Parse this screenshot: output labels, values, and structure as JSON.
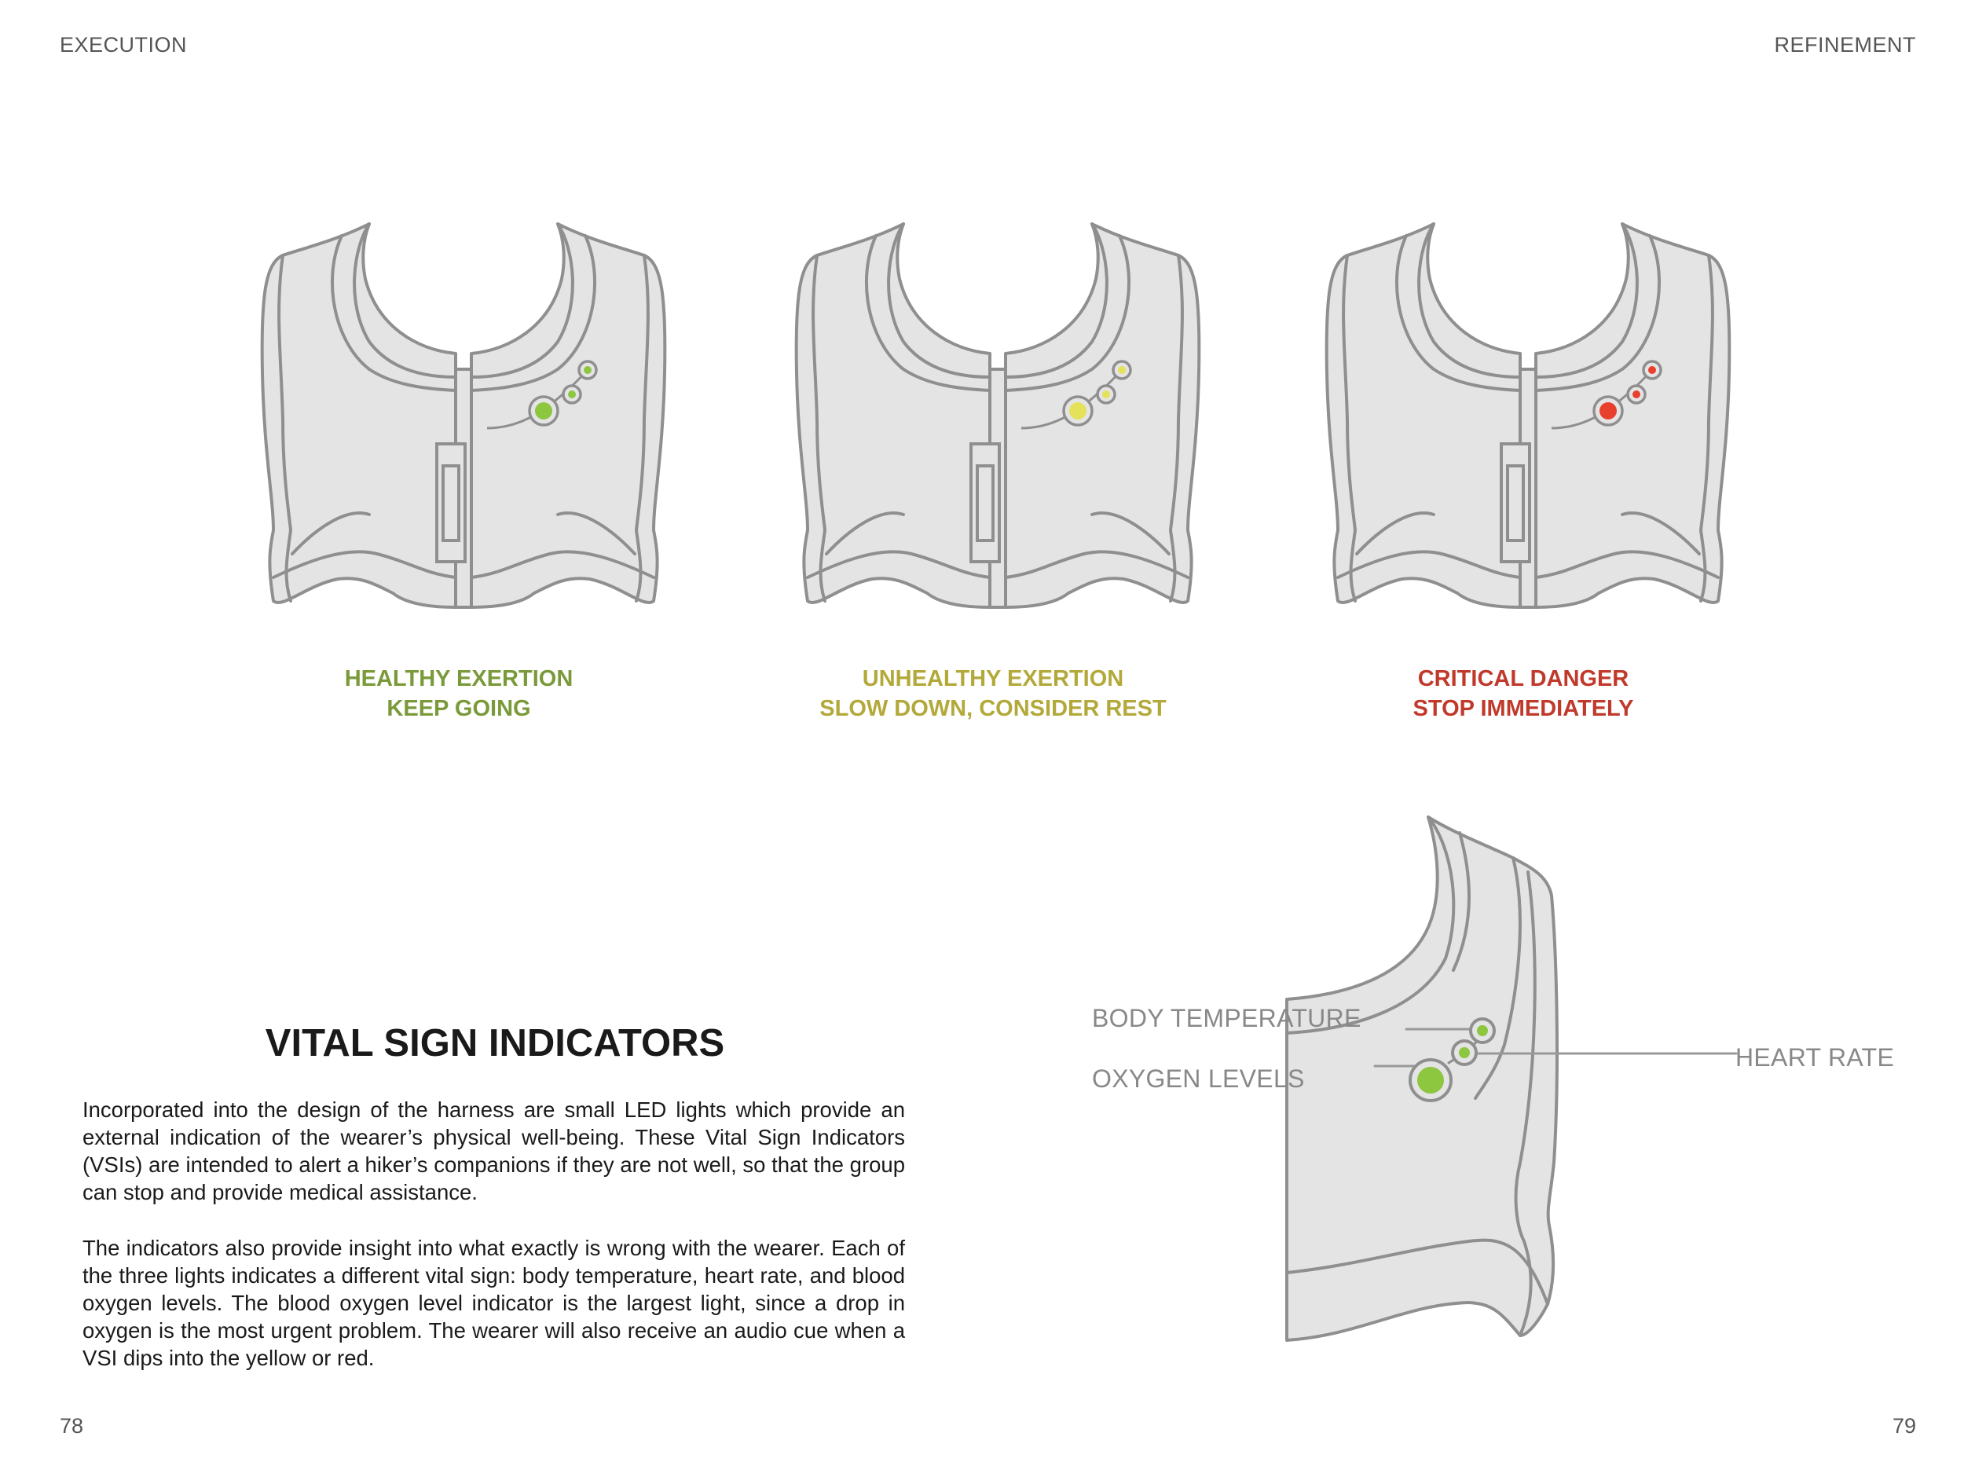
{
  "header": {
    "left": "EXECUTION",
    "right": "REFINEMENT"
  },
  "footer": {
    "left_page_number": "78",
    "right_page_number": "79"
  },
  "colors": {
    "vest_fill": "#e4e4e4",
    "vest_stroke": "#8f8f8f",
    "healthy": "#7a9a3a",
    "unhealthy": "#b3a93a",
    "critical": "#c0392b",
    "led_green": "#8dc63f",
    "led_yellow": "#e3e25a",
    "led_red": "#e8402d"
  },
  "states": [
    {
      "line1": "HEALTHY EXERTION",
      "line2": "KEEP GOING",
      "color": "#7a9a3a",
      "led": "#8dc63f"
    },
    {
      "line1": "UNHEALTHY EXERTION",
      "line2": "SLOW DOWN, CONSIDER REST",
      "color": "#b3a93a",
      "led": "#e3e25a"
    },
    {
      "line1": "CRITICAL DANGER",
      "line2": "STOP IMMEDIATELY",
      "color": "#c0392b",
      "led": "#e8402d"
    }
  ],
  "callouts": {
    "body_temperature": "BODY TEMPERATURE",
    "oxygen_levels": "OXYGEN LEVELS",
    "heart_rate": "HEART RATE"
  },
  "section": {
    "title": "VITAL SIGN INDICATORS",
    "paragraph1": "Incorporated into the design of the harness are small LED lights which provide an external indication of the wearer’s physical well-being. These Vital Sign Indicators (VSIs) are intended to alert a hiker’s companions if they are not well, so that the group can stop and provide medical assistance.",
    "paragraph2": "The indicators also provide insight into what exactly is wrong with the wearer. Each of the three lights indicates a different vital sign: body temperature, heart rate, and blood oxygen levels. The blood oxygen level indicator is the largest light, since a drop in oxygen is the most urgent problem. The wearer will also receive an audio cue when a VSI dips into the yellow or red."
  }
}
